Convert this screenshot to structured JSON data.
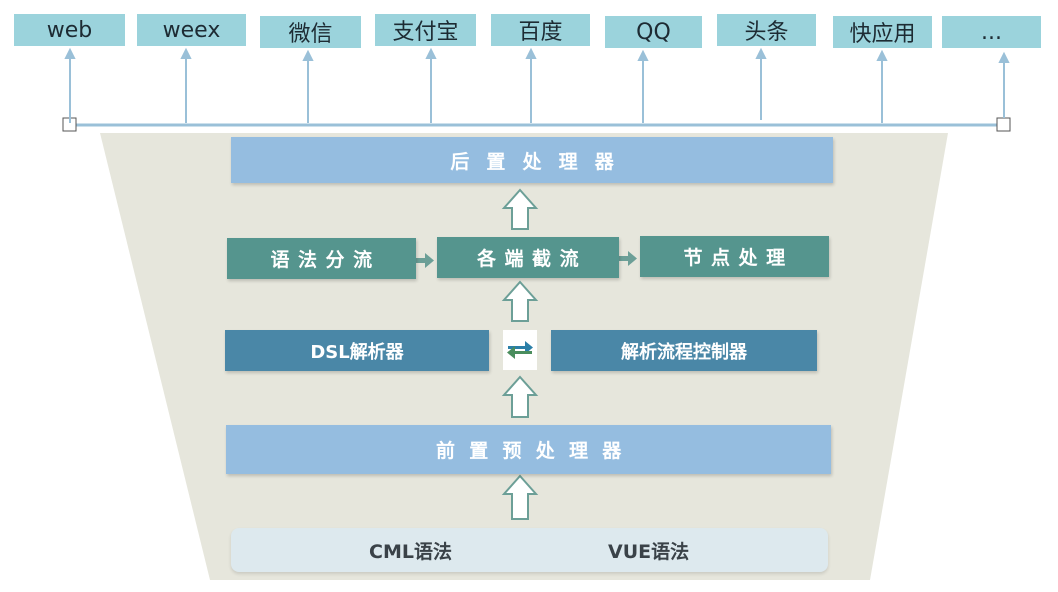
{
  "platforms": [
    "web",
    "weex",
    "微信",
    "支付宝",
    "百度",
    "QQ",
    "头条",
    "快应用",
    "..."
  ],
  "layers": {
    "post_processor": "后置处理器",
    "syntax_split": "语法分流",
    "per_end_cut": "各端截流",
    "node_process": "节点处理",
    "dsl_parser": "DSL解析器",
    "flow_controller": "解析流程控制器",
    "pre_processor": "前置预处理器"
  },
  "inputs": {
    "cml": "CML语法",
    "vue": "VUE语法"
  },
  "colors": {
    "platform_fill": "#9bd3dc",
    "funnel_fill": "#e6e6dc",
    "light_blue_box": "#95bde0",
    "teal_box": "#55958e",
    "steel_blue_box": "#4a87a7",
    "arrow_outline": "#6c9f97",
    "connector_line": "#9ac0d8"
  },
  "icons": {
    "swap": "swap-arrows-icon",
    "up_arrow": "hollow-up-arrow-icon",
    "right_arrow": "right-arrow-icon"
  }
}
